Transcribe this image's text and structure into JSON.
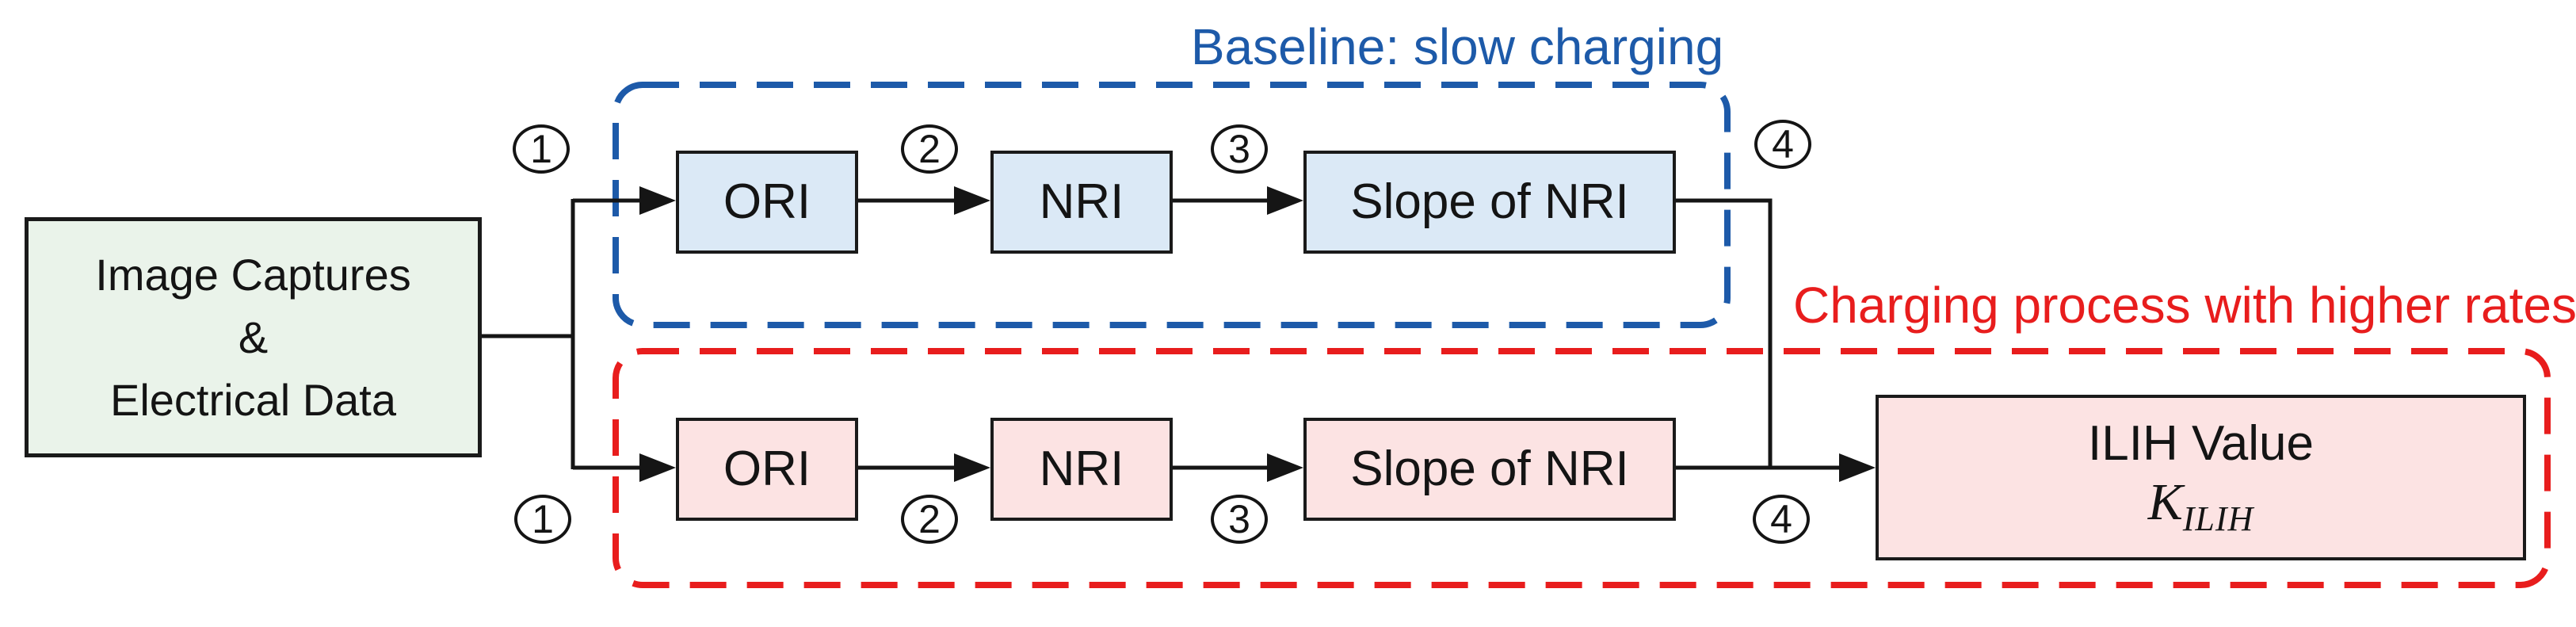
{
  "colors": {
    "blue_accent": "#1d5aa9",
    "red_accent": "#e81d1d",
    "box_border": "#1a1a1a",
    "blue_box_fill": "#dbe9f6",
    "pink_box_fill": "#fce3e3",
    "green_box_fill": "#eaf3ea",
    "wire_color": "#151515",
    "background": "#ffffff"
  },
  "source": {
    "line1": "Image Captures",
    "line2": "&",
    "line3": "Electrical Data"
  },
  "baseline": {
    "title": "Baseline: slow charging",
    "ori": "ORI",
    "nri": "NRI",
    "slope": "Slope of NRI",
    "markers": {
      "m1": "1",
      "m2": "2",
      "m3": "3",
      "m4": "4"
    }
  },
  "higher": {
    "title": "Charging process with higher rates",
    "ori": "ORI",
    "nri": "NRI",
    "slope": "Slope of NRI",
    "markers": {
      "m1": "1",
      "m2": "2",
      "m3": "3",
      "m4": "4"
    },
    "output": {
      "title": "ILIH Value",
      "symbol": "K",
      "subscript": "ILIH"
    }
  }
}
